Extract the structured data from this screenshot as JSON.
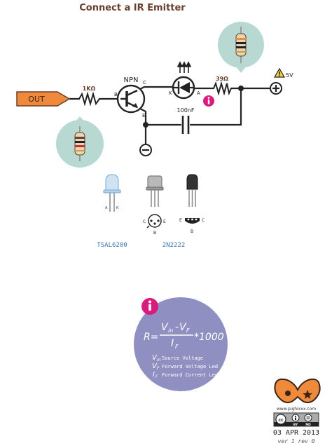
{
  "title": "Connect a IR Emitter",
  "circuit": {
    "out_label": "OUT",
    "resistor_base": "1KΩ",
    "transistor_type": "NPN",
    "pin_b": "B",
    "pin_c": "C",
    "pin_e": "E",
    "led_k": "K",
    "led_a": "A",
    "resistor_led": "39Ω",
    "supply": "5V",
    "capacitor": "100nF"
  },
  "parts": {
    "led_name": "TSAL6200",
    "led_pin_a": "A",
    "led_pin_k": "K",
    "transistor_name": "2N2222",
    "to18_c": "C",
    "to18_b": "B",
    "to18_e": "E",
    "to92_e": "E",
    "to92_b": "B",
    "to92_c": "C"
  },
  "formula": {
    "r": "R=",
    "vin": "V",
    "vin_sub": "in",
    "minus": "-",
    "vf": "V",
    "vf_sub": "F",
    "multiplier": "*1000",
    "den": "I",
    "den_sub": "F",
    "legend": [
      {
        "sym": "V",
        "sub": "in",
        "text": "Source Voltage"
      },
      {
        "sym": "V",
        "sub": "F",
        "text": "Forward Voltage Led"
      },
      {
        "sym": "I",
        "sub": "F",
        "text": "Forward Current Led"
      }
    ]
  },
  "footer": {
    "site": "www.pighixxx.com",
    "license_by": "BY",
    "license_nd": "ND",
    "date": "03 APR 2013",
    "version": "ver 1 rev 0"
  },
  "colors": {
    "brown": "#6a3f2b",
    "orange": "#ef8a3d",
    "teal_bubble": "#b8d8d2",
    "info_pink": "#d81b7c",
    "formula_purple": "#8f8fc2",
    "blue_label": "#3a77b0"
  }
}
